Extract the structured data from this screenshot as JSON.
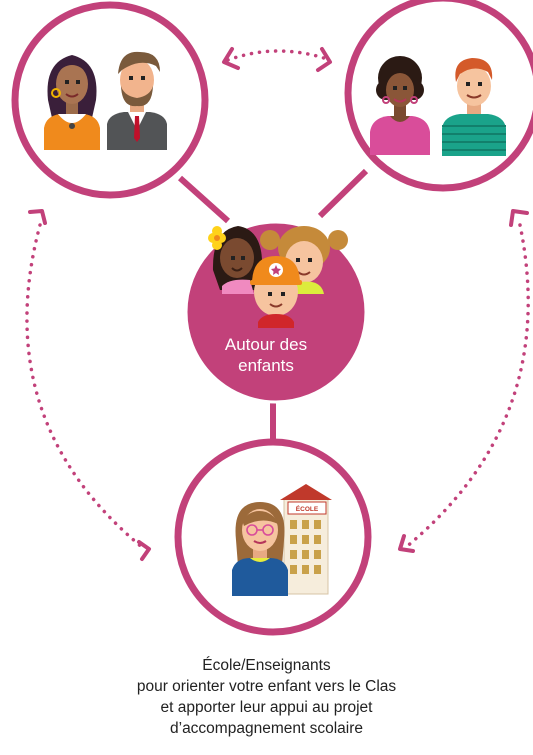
{
  "center": {
    "label_line1": "Autour des",
    "label_line2": "enfants"
  },
  "school_sign": "ÉCOLE",
  "caption": {
    "line1": "École/Enseignants",
    "line2": "pour orienter votre enfant vers le Clas",
    "line3": "et apporter leur appui au projet",
    "line4": "d’accompagnement scolaire"
  },
  "colors": {
    "accent": "#c2417a",
    "white": "#ffffff",
    "text": "#222222"
  },
  "icons": [
    "parents-pair-1",
    "parents-pair-2",
    "children-group",
    "teacher-school"
  ]
}
